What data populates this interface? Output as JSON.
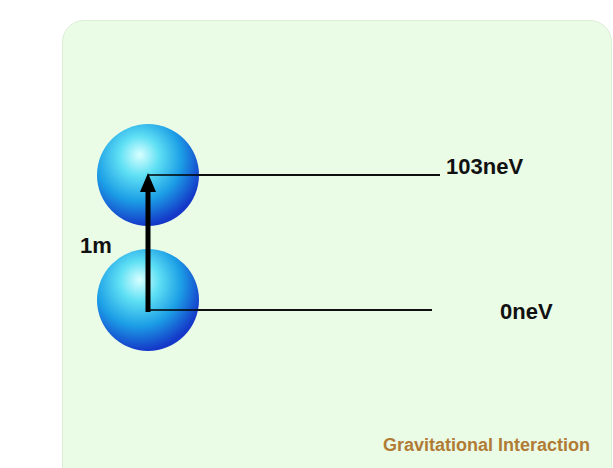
{
  "diagram": {
    "caption": "Gravitational Interaction",
    "labels": [
      "103neV",
      "1m",
      "0neV"
    ]
  }
}
